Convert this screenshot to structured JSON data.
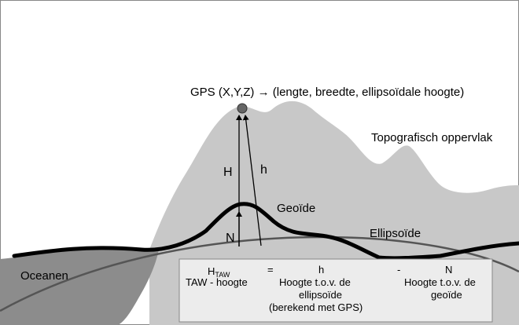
{
  "colors": {
    "background": "#ffffff",
    "terrain": "#c8c8c8",
    "ocean": "#8c8c8c",
    "ellipsoid_line": "#555555",
    "geoid_line": "#000000",
    "station": "#666666",
    "table_bg": "#ececec"
  },
  "labels": {
    "gps_title": "GPS (X,Y,Z) → (lengte, breedte, ellipsoïdale hoogte)",
    "topo": "Topografisch oppervlak",
    "geoide": "Geoïde",
    "ellipsoide": "Ellipsoïde",
    "oceanen": "Oceanen",
    "H": "H",
    "h": "h",
    "N": "N"
  },
  "formula": {
    "H_main": "H",
    "H_sub": "TAW",
    "equals": "=",
    "h": "h",
    "minus": "-",
    "N": "N",
    "desc_H": "TAW - hoogte",
    "desc_h_1": "Hoogte t.o.v. de",
    "desc_h_2": "ellipsoïde",
    "desc_h_3": "(berekend met GPS)",
    "desc_N_1": "Hoogte t.o.v. de",
    "desc_N_2": "geoïde"
  }
}
